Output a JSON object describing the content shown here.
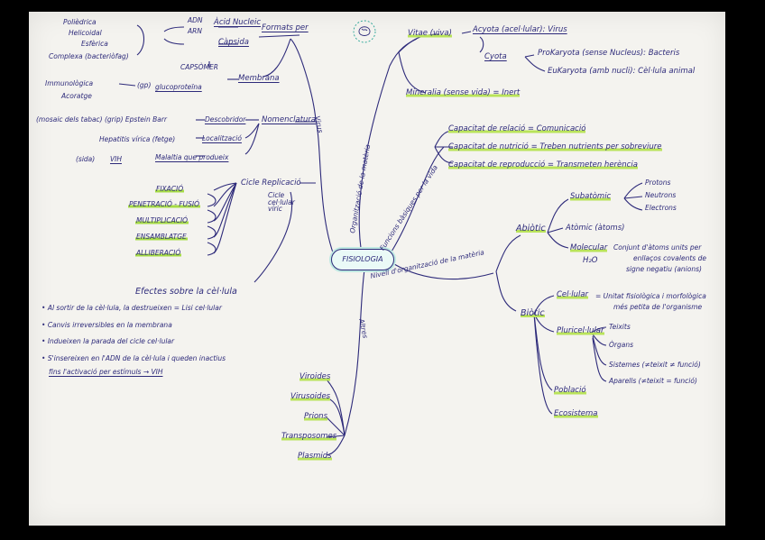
{
  "center": "FISIOLOGIA",
  "branches": {
    "org_materia": "Organització de la matèria",
    "funcions_vitals": "Funcions bàsiques per la vida",
    "nivells": "Nivell d'organització de la matèria",
    "virus": "Virus",
    "altres": "Altres"
  },
  "vitae": {
    "vitae": "Vitae (viva)",
    "acyota": "Acyota (acel·lular): Virus",
    "cyota": "Cyota",
    "prokaryota": "ProKaryota (sense Nucleus): Bacteris",
    "eukaryota": "EuKaryota (amb nucli): Cèl·lula animal",
    "mineralia": "Mineralia (sense vida) = Inert"
  },
  "funcions": {
    "relacio": "Capacitat de relació = Comunicació",
    "nutricio": "Capacitat de nutrició = Treben nutrients per sobreviure",
    "reproduccio": "Capacitat de reproducció = Transmeten herència"
  },
  "nivells": {
    "abiotic": "Abiòtic",
    "subatomic": "Subatòmic",
    "protons": "Protons",
    "neutrons": "Neutrons",
    "electrons": "Electrons",
    "atomic": "Atòmic (àtoms)",
    "molecular": "Molecular",
    "molecular_desc1": "Conjunt d'àtoms units per",
    "molecular_desc2": "enllaços covalents de",
    "molecular_desc3": "signe negatiu (anions)",
    "h2o": "H₂O",
    "biotic": "Biòtic",
    "cellular": "Cel·lular",
    "cellular_desc1": "= Unitat fisiològica i morfològica",
    "cellular_desc2": "més petita de l'organisme",
    "pluricellular": "Pluricel·lular",
    "teixits": "Teixits",
    "organs": "Òrgans",
    "sistemes": "Sistemes (≠teixit ≠ funció)",
    "aparells": "Aparells (≠teixit = funció)",
    "poblacio": "Població",
    "ecosistema": "Ecosistema"
  },
  "virus": {
    "formats_per": "Formats per",
    "polyedrica": "Polièdrica",
    "helicoidal": "Helicoidal",
    "esferica": "Esfèrica",
    "complexa": "Complexa (bacteriòfag)",
    "adn": "ADN",
    "arn": "ARN",
    "acid_nucleic": "Àcid Nucleic",
    "capsida": "Càpsida",
    "capsomer": "CAPSÒMER",
    "membrana": "Membrana",
    "immunologica": "Immunològica",
    "acoratge": "Acoratge",
    "gp": "(gp)",
    "glucoproteina": "glucoproteïna",
    "nomenclatura": "Nomenclatura",
    "mosaic": "(mosaic dels tabac) (grip) Epstein Barr",
    "descobridor": "Descobridor",
    "hepatitis": "Hepatitis vírica (fetge)",
    "localitzacio": "Localització",
    "sida": "(sida)",
    "vih": "VIH",
    "malaltia": "Malaltia que produeix",
    "cicle": "Cicle Replicació",
    "cicle_note": "Cicle cel·lular víric",
    "fixacio": "FIXACIÓ",
    "penetracio": "PENETRACIÓ - FUSIÓ",
    "multiplicacio": "MULTIPLICACIÓ",
    "ensamblatge": "ENSAMBLATGE",
    "alliberacio": "ALLIBERACIÓ"
  },
  "efectes": {
    "title": "Efectes sobre la cèl·lula",
    "items": [
      "Al sortir de la cèl·lula, la destrueixen = Lisi cel·lular",
      "Canvis irreversibles en la membrana",
      "Indueixen la parada del cicle cel·lular",
      "S'insereixen en l'ADN de la cèl·lula i queden inactius",
      "fins l'activació per estímuls → VIH"
    ]
  },
  "altres": {
    "viroides": "Viroides",
    "virusoides": "Virusoides",
    "prions": "Prions",
    "transposomes": "Transposomes",
    "plasmids": "Plasmids"
  },
  "colors": {
    "ink": "#2d2a7a",
    "highlight": "#b9e35a",
    "paper": "#f4f3ef",
    "background": "#000000"
  }
}
